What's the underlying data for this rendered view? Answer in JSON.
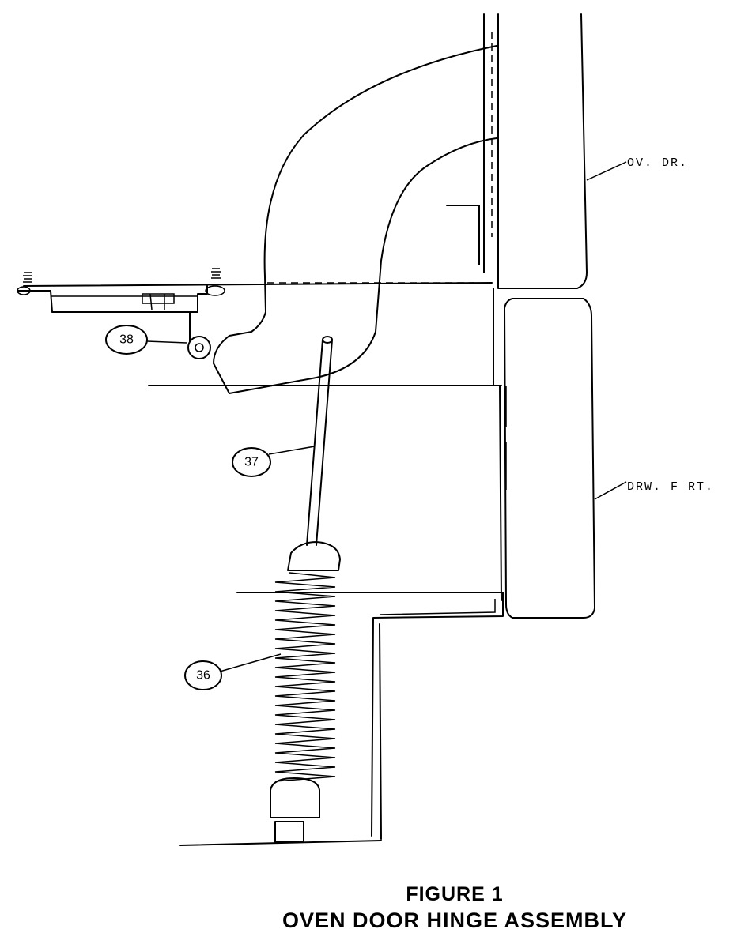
{
  "figure": {
    "callouts": {
      "c38": "38",
      "c37": "37",
      "c36": "36"
    },
    "labels": {
      "oven_door": "OV. DR.",
      "drawer_front": "DRW. F RT."
    },
    "caption": {
      "line1": "FIGURE 1",
      "line2": "OVEN DOOR HINGE ASSEMBLY"
    }
  }
}
